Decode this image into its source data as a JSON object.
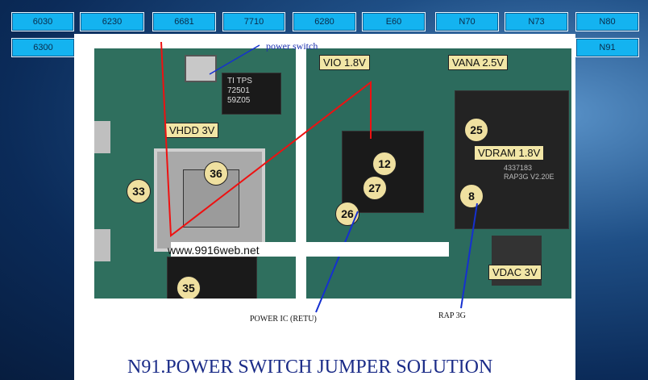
{
  "nav": {
    "row1": [
      "6030",
      "6230",
      "6681",
      "7710",
      "6280",
      "E60",
      "N70",
      "N73",
      "N80"
    ],
    "row2": [
      "6300",
      "N91"
    ]
  },
  "figure": {
    "power_switch_label": "power switch",
    "labels": {
      "vio": "VIO 1.8V",
      "vana": "VANA 2.5V",
      "vhdd": "VHDD 3V",
      "vdram": "VDRAM 1.8V",
      "vdac": "VDAC 3V"
    },
    "numbers": [
      "36",
      "33",
      "35",
      "12",
      "27",
      "26",
      "25",
      "8"
    ],
    "chip_text": {
      "ti": "TI TPS\n72501\n59Z05",
      "rap": "4337183\nRAP3G V2.20E"
    },
    "watermark": "www.9916web.net",
    "power_ic_label": "POWER IC (RETU)",
    "rap_label": "RAP 3G",
    "title": "N91.POWER SWITCH JUMPER SOLUTION"
  }
}
